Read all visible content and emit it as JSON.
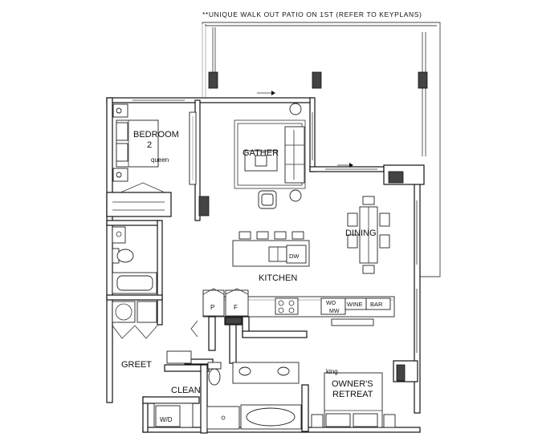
{
  "note": "**UNIQUE WALK OUT PATIO ON 1ST (REFER TO KEYPLANS)",
  "rooms": {
    "bedroom2": "BEDROOM\n2",
    "bedroom2_line1": "BEDROOM",
    "bedroom2_line2": "2",
    "bedroom2_bed": "queen",
    "gather": "GATHER",
    "dining": "DINING",
    "kitchen": "KITCHEN",
    "greet": "GREET",
    "clean": "CLEAN",
    "owners_retreat_line1": "OWNER'S",
    "owners_retreat_line2": "RETREAT",
    "owners_retreat_bed": "king"
  },
  "fixtures": {
    "dishwasher": "DW",
    "pantry": "P",
    "fridge": "F",
    "wall_oven_line1": "WO",
    "wall_oven_line2": "MW",
    "wine": "WINE",
    "bar": "BAR",
    "washer_dryer": "W/D"
  }
}
